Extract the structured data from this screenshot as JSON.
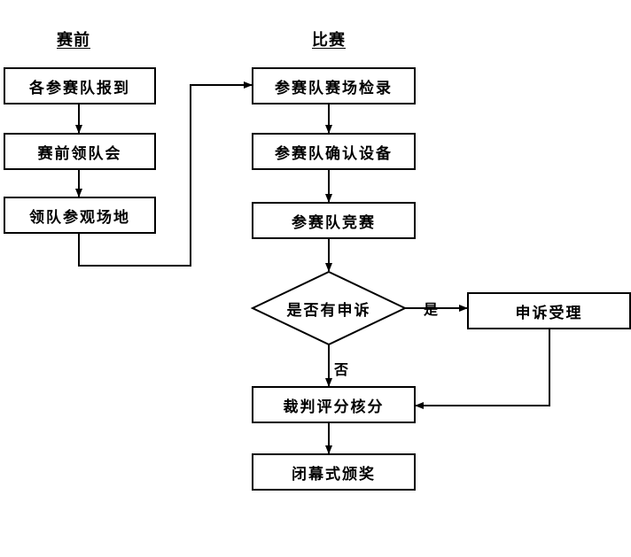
{
  "headings": {
    "pre": "赛前",
    "match": "比赛"
  },
  "nodes": {
    "register": "各参赛队报到",
    "leader_meeting": "赛前领队会",
    "venue_visit": "领队参观场地",
    "checkin": "参赛队赛场检录",
    "equipment": "参赛队确认设备",
    "compete": "参赛队竞赛",
    "appeal_question": "是否有申诉",
    "appeal_accept": "申诉受理",
    "scoring": "裁判评分核分",
    "closing": "闭幕式颁奖"
  },
  "edge_labels": {
    "yes": "是",
    "no": "否"
  }
}
